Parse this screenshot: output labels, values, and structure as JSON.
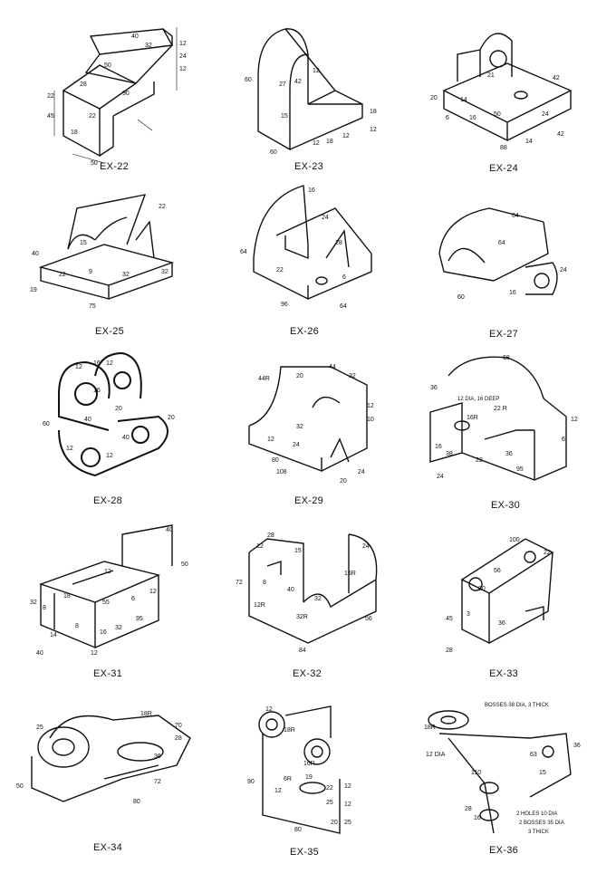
{
  "exercises": [
    {
      "caption": "EX-22",
      "dims": [
        "40",
        "32",
        "50",
        "28",
        "22",
        "12",
        "24",
        "12",
        "22",
        "45",
        "18",
        "50",
        "90"
      ]
    },
    {
      "caption": "EX-23",
      "dims": [
        "60",
        "27",
        "42",
        "12",
        "15",
        "60",
        "12",
        "18",
        "12",
        "18",
        "12"
      ]
    },
    {
      "caption": "EX-24",
      "dims": [
        "20",
        "21",
        "42",
        "14",
        "6",
        "50",
        "24",
        "88",
        "14",
        "42",
        "16"
      ]
    },
    {
      "caption": "EX-25",
      "dims": [
        "40",
        "15",
        "22",
        "9",
        "32",
        "75",
        "32",
        "22",
        "19"
      ]
    },
    {
      "caption": "EX-26",
      "dims": [
        "16",
        "24",
        "64",
        "28",
        "22",
        "96",
        "64",
        "6"
      ]
    },
    {
      "caption": "EX-27",
      "dims": [
        "64",
        "64",
        "60",
        "16",
        "24"
      ]
    },
    {
      "caption": "EX-28",
      "dims": [
        "12",
        "16",
        "12",
        "60",
        "16",
        "20",
        "40",
        "20",
        "12",
        "40",
        "12"
      ]
    },
    {
      "caption": "EX-29",
      "dims": [
        "44R",
        "20",
        "44",
        "32",
        "12",
        "24",
        "32",
        "10",
        "12",
        "80",
        "108",
        "20",
        "24"
      ]
    },
    {
      "caption": "EX-30",
      "dims": [
        "36",
        "68",
        "16R",
        "22 R",
        "12",
        "16",
        "38",
        "22",
        "36",
        "24",
        "95",
        "6"
      ]
    },
    {
      "caption": "EX-31",
      "dims": [
        "40",
        "12",
        "32",
        "8",
        "18",
        "55",
        "6",
        "12",
        "8",
        "50",
        "14",
        "16",
        "32",
        "95",
        "40",
        "12"
      ]
    },
    {
      "caption": "EX-32",
      "dims": [
        "28",
        "12",
        "15",
        "8",
        "72",
        "40",
        "12R",
        "16R",
        "32",
        "32R",
        "56",
        "84",
        "24"
      ]
    },
    {
      "caption": "EX-33",
      "dims": [
        "100",
        "22",
        "56",
        "20",
        "45",
        "3",
        "36",
        "28"
      ]
    },
    {
      "caption": "EX-34",
      "dims": [
        "25",
        "18R",
        "70",
        "28",
        "36",
        "50",
        "72",
        "80"
      ]
    },
    {
      "caption": "EX-35",
      "dims": [
        "18R",
        "12",
        "16R",
        "90",
        "12",
        "6R",
        "19",
        "22",
        "25",
        "12",
        "20",
        "25",
        "80",
        "12"
      ]
    },
    {
      "caption": "EX-36",
      "dims": [
        "18R",
        "12 DIA",
        "63",
        "36",
        "110",
        "15",
        "28",
        "16"
      ]
    }
  ],
  "notes": {
    "ex30_hole": "12 DIA, 16 DEEP",
    "ex36_bosses_top": "BOSSES 38 DIA, 3 THICK",
    "ex36_holes": "2 HOLES 10 DIA",
    "ex36_bosses_bottom": "2 BOSSES 35 DIA",
    "ex36_thick": "3 THICK"
  }
}
